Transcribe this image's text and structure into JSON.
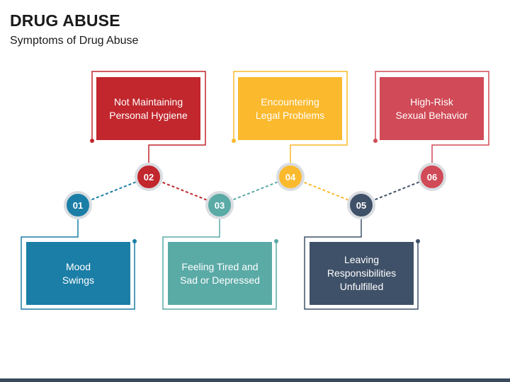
{
  "title": "DRUG ABUSE",
  "subtitle": "Symptoms of Drug Abuse",
  "colors": {
    "red": "#c1272d",
    "yellow": "#fbb92d",
    "pink": "#d04a57",
    "blue": "#1b7ea6",
    "teal": "#5aaaa6",
    "slate": "#3f5168"
  },
  "steps": [
    {
      "number": "01",
      "text": "Mood\nSwings"
    },
    {
      "number": "02",
      "text": "Not Maintaining\nPersonal Hygiene"
    },
    {
      "number": "03",
      "text": "Feeling Tired and\nSad or Depressed"
    },
    {
      "number": "04",
      "text": "Encountering\nLegal Problems"
    },
    {
      "number": "05",
      "text": "Leaving\nResponsibilities\nUnfulfilled"
    },
    {
      "number": "06",
      "text": "High-Risk\nSexual Behavior"
    }
  ]
}
